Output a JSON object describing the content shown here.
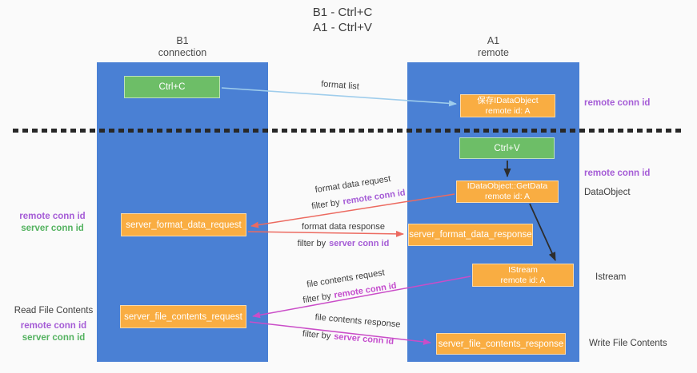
{
  "title": {
    "line1": "B1 - Ctrl+C",
    "line2": "A1 - Ctrl+V"
  },
  "lanes": {
    "left": {
      "title": "B1",
      "subtitle": "connection"
    },
    "right": {
      "title": "A1",
      "subtitle": "remote"
    }
  },
  "nodes": {
    "ctrl_c": {
      "label": "Ctrl+C"
    },
    "ctrl_v": {
      "label": "Ctrl+V"
    },
    "save_dataobject": {
      "line1": "保存IDataObject",
      "line2": "remote id: A"
    },
    "getdata": {
      "line1": "IDataObject::GetData",
      "line2": "remote id: A"
    },
    "istream": {
      "line1": "IStream",
      "line2": "remote id: A"
    },
    "server_format_data_request": {
      "label": "server_format_data_request"
    },
    "server_format_data_response": {
      "label": "server_format_data_response"
    },
    "server_file_contents_request": {
      "label": "server_file_contents_request"
    },
    "server_file_contents_response": {
      "label": "server_file_contents_response"
    }
  },
  "edges": {
    "format_list": {
      "label": "format list"
    },
    "format_data_request": {
      "label": "format data request",
      "filter_prefix": "filter by",
      "filter_key": "remote conn id"
    },
    "format_data_response": {
      "label": "format data response",
      "filter_prefix": "filter by",
      "filter_key": "server conn id"
    },
    "file_contents_request": {
      "label": "file contents request",
      "filter_prefix": "filter by",
      "filter_key": "remote conn id"
    },
    "file_contents_response": {
      "label": "file contents response",
      "filter_prefix": "filter by",
      "filter_key": "server conn id"
    }
  },
  "side_labels": {
    "right_remote_conn_top": "remote conn id",
    "right_remote_conn_mid": "remote conn id",
    "right_dataobject": "DataObject",
    "right_istream": "Istream",
    "right_write_file": "Write File Contents",
    "left_remote_conn_1": "remote conn id",
    "left_server_conn_1": "server conn id",
    "left_read_file": "Read File Contents",
    "left_remote_conn_2": "remote conn id",
    "left_server_conn_2": "server conn id"
  },
  "colors": {
    "lane_blue": "#4a80d4",
    "node_green": "#6dbe67",
    "node_orange": "#f9ad42",
    "arrow_blue": "#9fcdec",
    "arrow_red": "#ec6a60",
    "arrow_magenta": "#ca4dc8",
    "arrow_black": "#2d2d2d",
    "text_purple": "#a55cd6",
    "text_green": "#54b260",
    "text_magenta": "#c44ccd",
    "text_dark": "#3d3d3d"
  }
}
